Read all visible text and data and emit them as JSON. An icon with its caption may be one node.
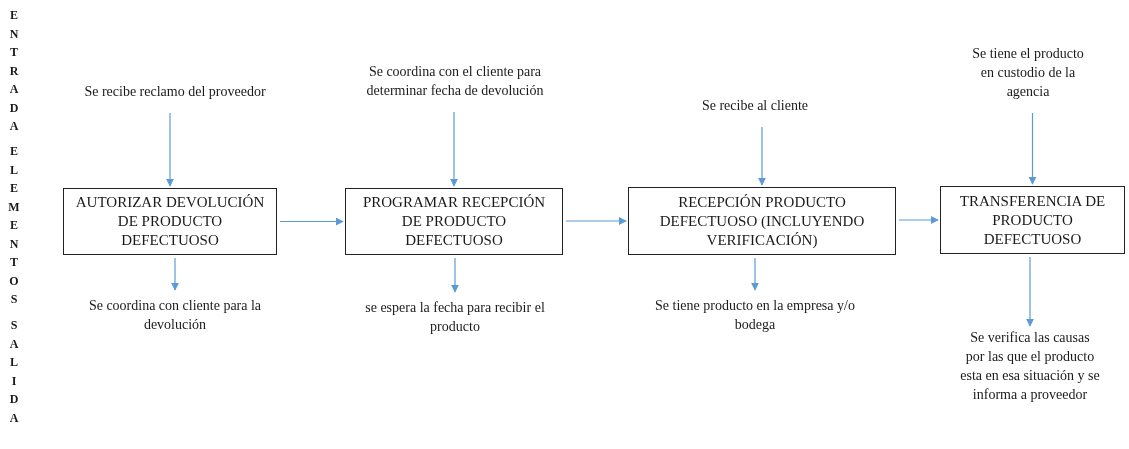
{
  "diagram": {
    "nodes": [
      {
        "text": [
          "Se recibe reclamo del proveedor"
        ]
      },
      {
        "text": [
          "Se coordina con el cliente para determinar fecha de devolución"
        ]
      },
      {
        "text": [
          "Se recibe al cliente"
        ]
      },
      {
        "text": [
          "Se tiene el producto en custodio de la agencia"
        ]
      },
      {
        "text": [
          "AUTORIZAR DEVOLUCIÓN DE PRODUCTO DEFECTUOSO"
        ]
      },
      {
        "text": [
          "PROGRAMAR RECEPCIÓN DE PRODUCTO DEFECTUOSO"
        ]
      },
      {
        "text": [
          "RECEPCIÓN PRODUCTO DEFECTUOSO (INCLUYENDO VERIFICACIÓN)"
        ]
      },
      {
        "text": [
          "TRANSFERENCIA DE PRODUCTO DEFECTUOSO"
        ]
      },
      {
        "text": [
          "Se coordina con cliente para la devolución"
        ]
      },
      {
        "text": [
          "se espera la fecha para recibir el producto"
        ]
      },
      {
        "text": [
          "Se tiene producto en la empresa y/o bodega"
        ]
      },
      {
        "text": [
          "Se verifica las causas por las que el producto esta en esa situación y se informa a proveedor"
        ]
      }
    ],
    "edges": [
      {
        "from": 0,
        "to": 4,
        "arrow": "to"
      },
      {
        "from": 1,
        "to": 5,
        "arrow": "to"
      },
      {
        "from": 2,
        "to": 6,
        "arrow": "to"
      },
      {
        "from": 3,
        "to": 7,
        "arrow": "to"
      },
      {
        "from": 4,
        "to": 5,
        "arrow": "to"
      },
      {
        "from": 5,
        "to": 6,
        "arrow": "to"
      },
      {
        "from": 6,
        "to": 7,
        "arrow": "to"
      },
      {
        "from": 4,
        "to": 8,
        "arrow": "to"
      },
      {
        "from": 5,
        "to": 9,
        "arrow": "to"
      },
      {
        "from": 6,
        "to": 10,
        "arrow": "to"
      },
      {
        "from": 7,
        "to": 11,
        "arrow": "to"
      }
    ],
    "labels": [
      "ENTRADA",
      "ELEMENTOS",
      "SALIDA"
    ]
  }
}
